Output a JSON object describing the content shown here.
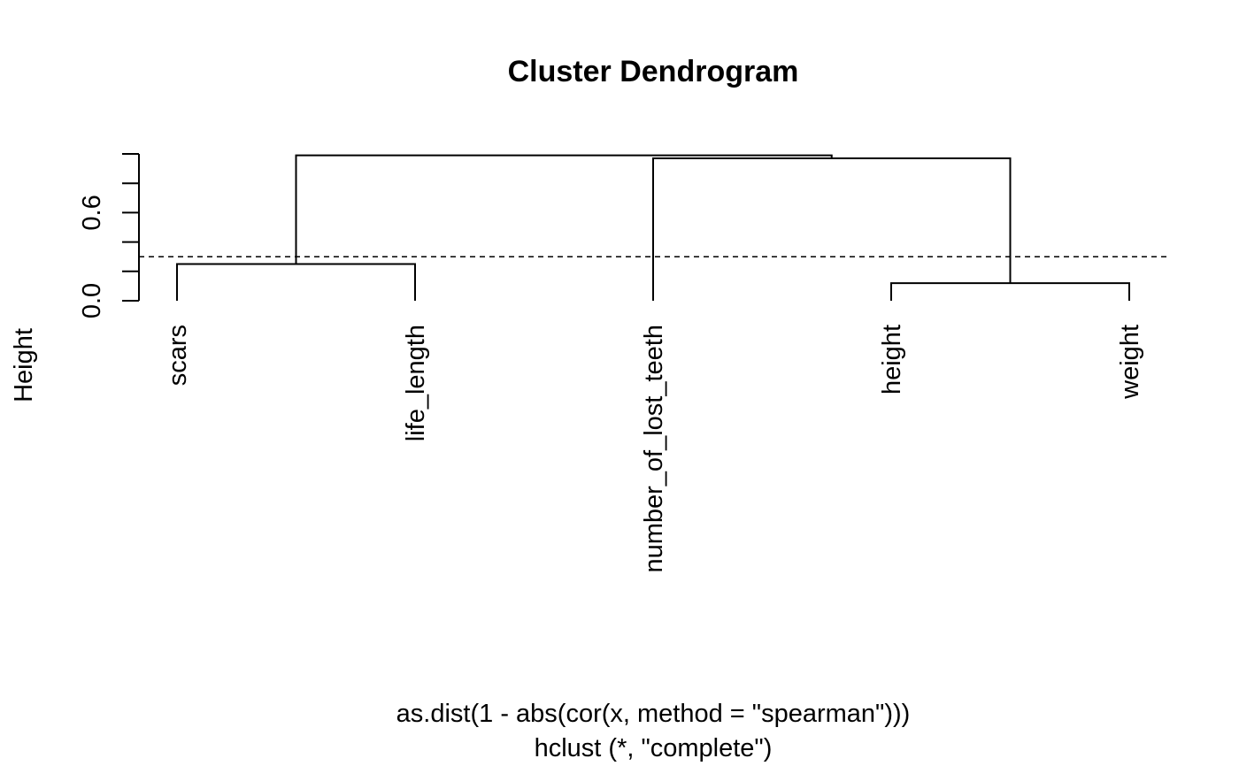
{
  "chart_data": {
    "type": "dendrogram",
    "title": "Cluster Dendrogram",
    "ylabel": "Height",
    "xlabel_lines": [
      "as.dist(1 - abs(cor(x, method = \"spearman\")))",
      "hclust (*, \"complete\")"
    ],
    "ylim": [
      0,
      1.0
    ],
    "y_ticks": [
      0.0,
      0.2,
      0.4,
      0.6,
      0.8,
      1.0
    ],
    "y_tick_labels": [
      "0.0",
      "",
      "",
      "0.6",
      "",
      ""
    ],
    "leaves": [
      "scars",
      "life_length",
      "number_of_lost_teeth",
      "height",
      "weight"
    ],
    "merges": [
      {
        "id": "m1",
        "left": "height",
        "right": "weight",
        "height": 0.12
      },
      {
        "id": "m2",
        "left": "scars",
        "right": "life_length",
        "height": 0.25
      },
      {
        "id": "m3",
        "left": "number_of_lost_teeth",
        "right": "m1",
        "height": 0.97
      },
      {
        "id": "m4",
        "left": "m2",
        "right": "m3",
        "height": 0.99
      }
    ],
    "cut_height": 0.3,
    "cut_line_style": "dashed"
  }
}
